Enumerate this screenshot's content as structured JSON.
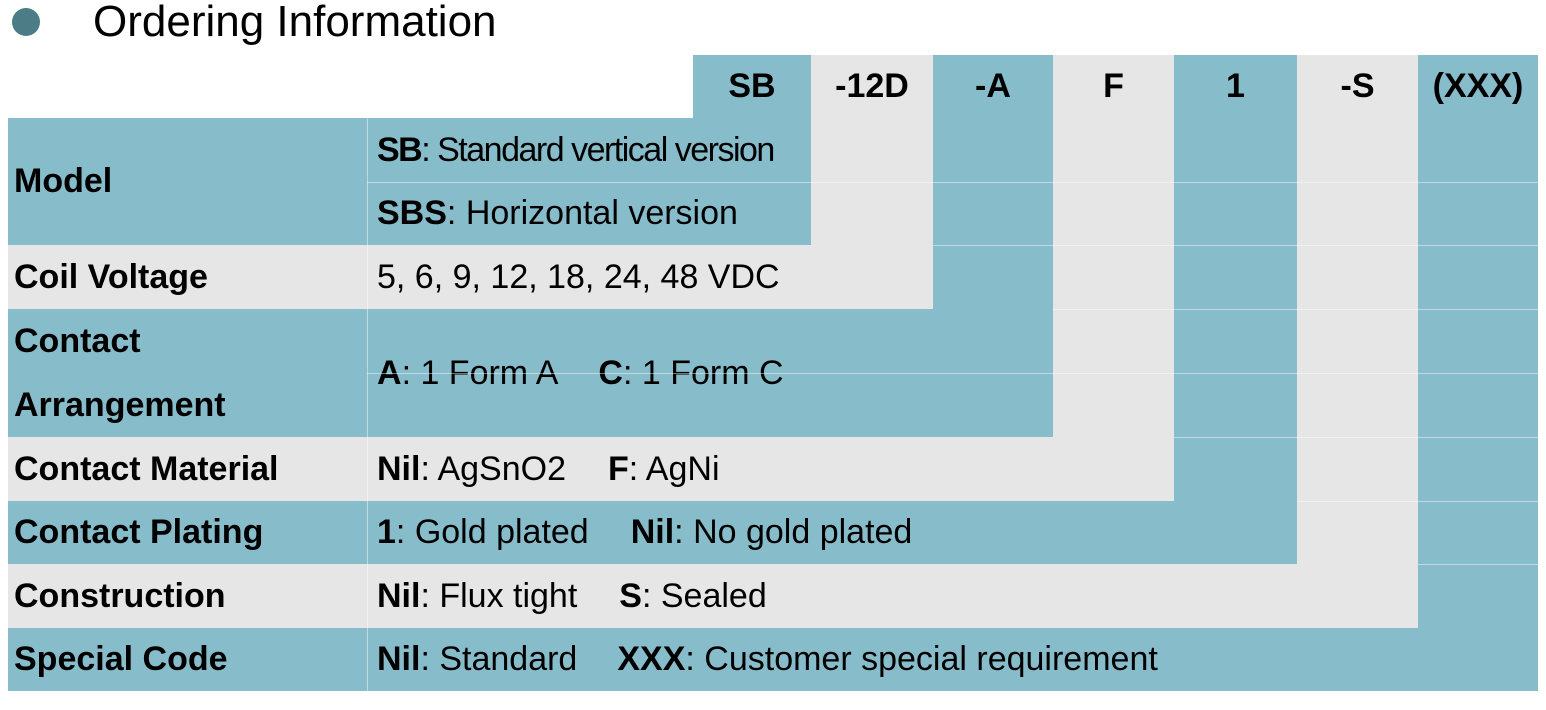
{
  "section": {
    "title": "Ordering Information"
  },
  "code_header": [
    "SB",
    "-12D",
    "-A",
    "F",
    "1",
    "-S",
    "(XXX)"
  ],
  "rows": {
    "model": {
      "label": "Model",
      "opt1_code": "SB",
      "opt1_text": ": Standard vertical version",
      "opt2_code": "SBS",
      "opt2_text": ": Horizontal version"
    },
    "coil_voltage": {
      "label": "Coil Voltage",
      "text": "5, 6, 9, 12, 18, 24, 48 VDC"
    },
    "contact_arrangement": {
      "label_line1": "Contact",
      "label_line2": "Arrangement",
      "opt1_code": "A",
      "opt1_text": ": 1 Form A",
      "opt2_code": "C",
      "opt2_text": ": 1 Form C"
    },
    "contact_material": {
      "label": "Contact Material",
      "opt1_code": "Nil",
      "opt1_text": ": AgSnO2",
      "opt2_code": "F",
      "opt2_text": ": AgNi"
    },
    "contact_plating": {
      "label": "Contact Plating",
      "opt1_code": "1",
      "opt1_text": ": Gold plated",
      "opt2_code": "Nil",
      "opt2_text": ": No gold plated"
    },
    "construction": {
      "label": "Construction",
      "opt1_code": "Nil",
      "opt1_text": ": Flux tight",
      "opt2_code": "S",
      "opt2_text": ": Sealed"
    },
    "special_code": {
      "label": "Special Code",
      "opt1_code": "Nil",
      "opt1_text": ": Standard",
      "opt2_code": "XXX",
      "opt2_text": ": Customer special requirement"
    }
  },
  "colors": {
    "teal": "#87bccb",
    "gray": "#e6e6e6",
    "bullet": "#4c7c86"
  }
}
